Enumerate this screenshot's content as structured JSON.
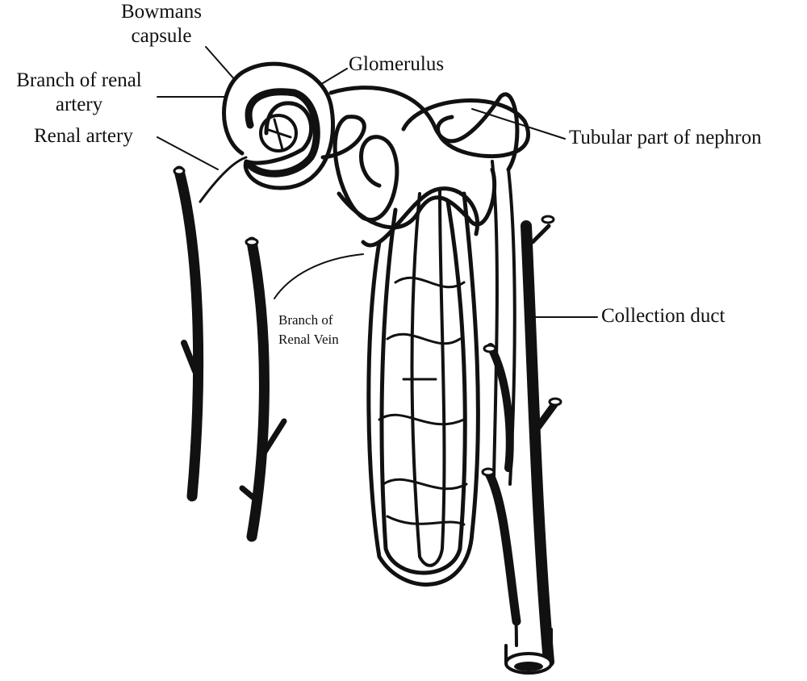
{
  "labels": {
    "bowmans_capsule": [
      "Bowmans",
      "capsule"
    ],
    "branch_renal_artery": [
      "Branch of renal",
      "artery"
    ],
    "renal_artery": "Renal artery",
    "glomerulus": "Glomerulus",
    "tubular_part": "Tubular part of nephron",
    "branch_renal_vein": [
      "Branch of",
      "Renal Vein"
    ],
    "collection_duct": "Collection duct"
  },
  "colors": {
    "ink": "#111111",
    "background": "#ffffff"
  }
}
